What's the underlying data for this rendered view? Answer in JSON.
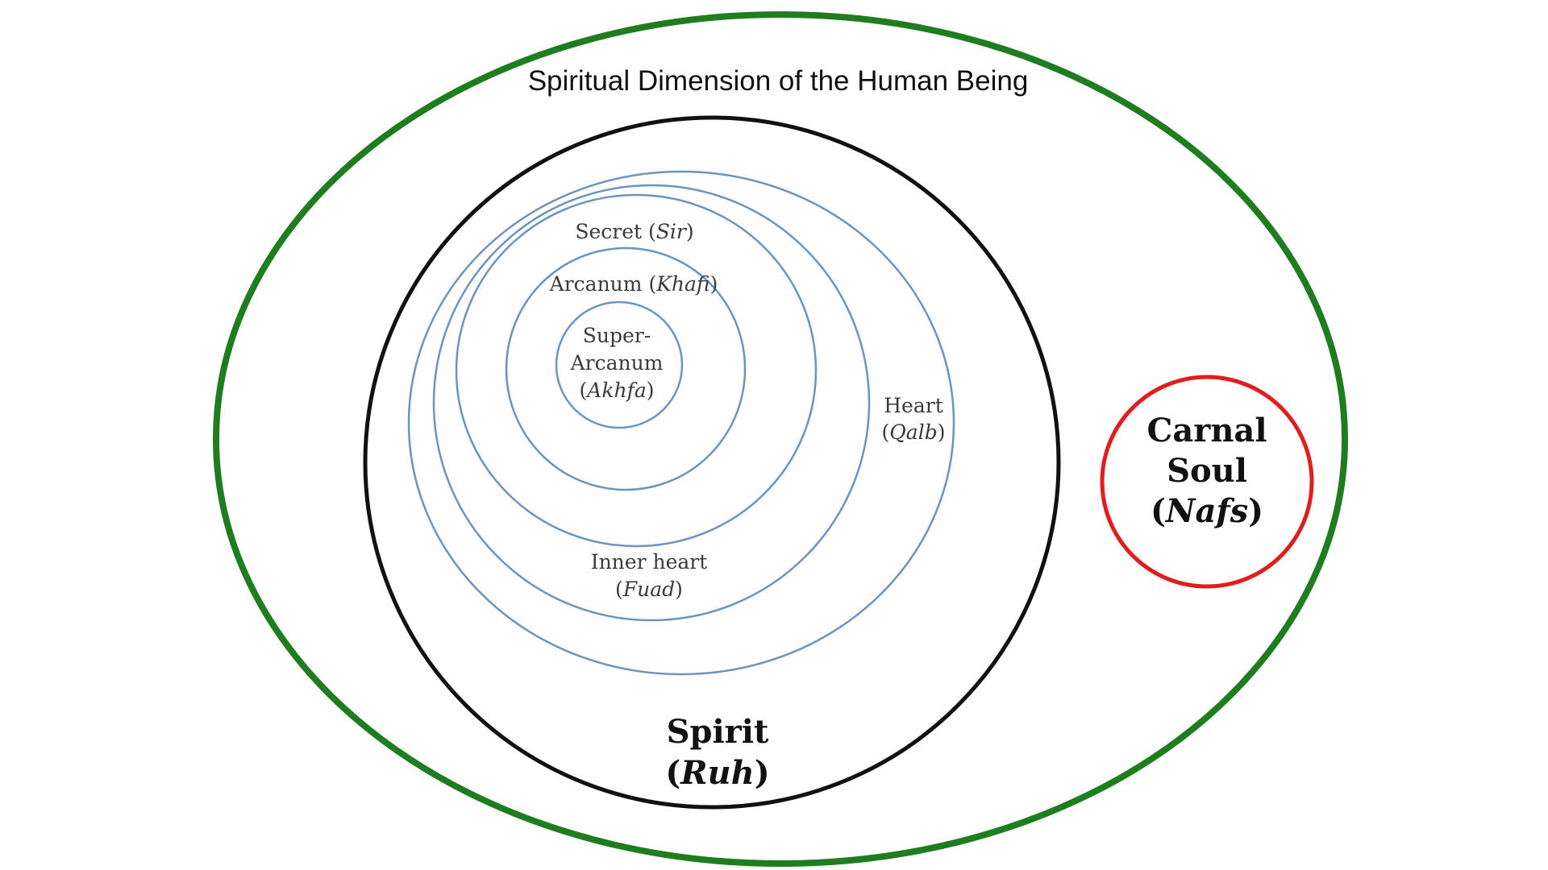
{
  "title": "Spiritual Dimension of the Human Being",
  "colors": {
    "outer_ring": "#1e7d1e",
    "spirit_ring": "#111111",
    "heart_rings": "#6d93c0",
    "nafs_ring": "#e01e1e",
    "background": "#ffffff"
  },
  "labels": {
    "sir": {
      "name": "Secret",
      "term": "Sir"
    },
    "khafi": {
      "name": "Arcanum",
      "term": "Khafi"
    },
    "akhfa": {
      "name_line1": "Super-",
      "name_line2": "Arcanum",
      "term": "Akhfa"
    },
    "qalb": {
      "name": "Heart",
      "term": "Qalb"
    },
    "fuad": {
      "name": "Inner heart",
      "term": "Fuad"
    },
    "ruh": {
      "name": "Spirit",
      "term": "Ruh"
    },
    "nafs": {
      "name_line1": "Carnal",
      "name_line2": "Soul",
      "term": "Nafs"
    }
  },
  "punct": {
    "open": "(",
    "close": ")"
  }
}
